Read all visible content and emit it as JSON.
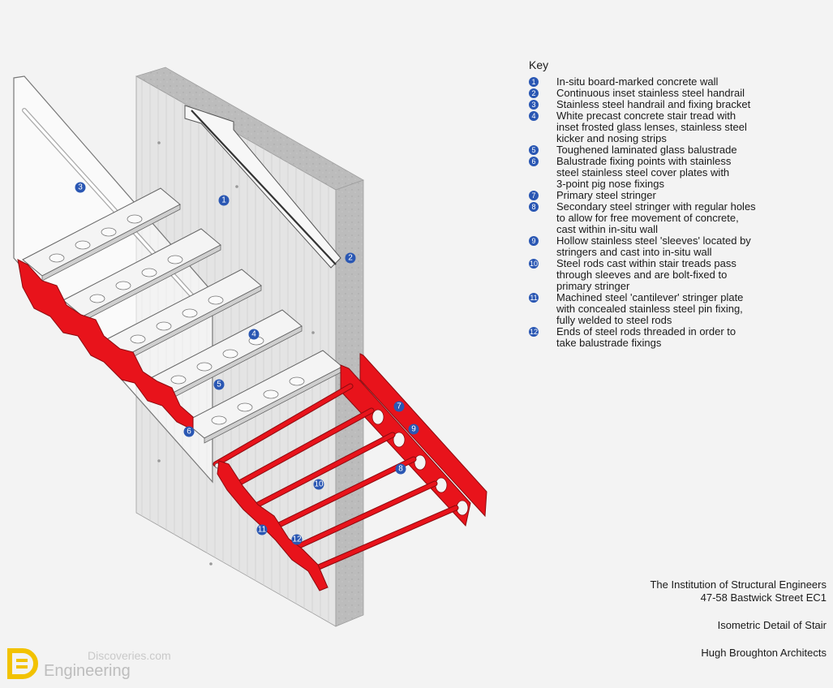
{
  "key": {
    "title": "Key",
    "items": [
      {
        "num": "1",
        "text": "In-situ board-marked concrete wall"
      },
      {
        "num": "2",
        "text": "Continuous inset stainless steel handrail"
      },
      {
        "num": "3",
        "text": "Stainless steel handrail and fixing bracket"
      },
      {
        "num": "4",
        "text": "White precast concrete stair tread with\ninset frosted glass lenses, stainless steel\nkicker and nosing strips"
      },
      {
        "num": "5",
        "text": "Toughened laminated glass balustrade"
      },
      {
        "num": "6",
        "text": "Balustrade fixing points with stainless\nsteel stainless steel cover plates with\n3-point pig nose fixings"
      },
      {
        "num": "7",
        "text": "Primary steel stringer"
      },
      {
        "num": "8",
        "text": "Secondary steel stringer with regular holes\nto allow for free movement of concrete,\ncast within in-situ wall"
      },
      {
        "num": "9",
        "text": "Hollow stainless steel 'sleeves' located by\nstringers and cast into in-situ wall"
      },
      {
        "num": "10",
        "text": "Steel rods cast within stair treads pass\nthrough  sleeves and are bolt-fixed to\nprimary stringer"
      },
      {
        "num": "11",
        "text": "Machined steel 'cantilever' stringer plate\nwith concealed stainless steel pin fixing,\nfully welded to steel rods"
      },
      {
        "num": "12",
        "text": "Ends of steel rods threaded in order to\ntake balustrade fixings"
      }
    ]
  },
  "callouts": [
    "1",
    "2",
    "3",
    "4",
    "5",
    "6",
    "7",
    "8",
    "9",
    "10",
    "11",
    "12"
  ],
  "credits": {
    "institution": "The Institution of Structural Engineers",
    "address": "47-58 Bastwick Street EC1",
    "drawing_title": "Isometric Detail of Stair",
    "architect": "Hugh Broughton Architects"
  },
  "logo": {
    "top": "Discoveries.com",
    "bottom": "Engineering"
  },
  "colors": {
    "steel_red": "#e8131b",
    "callout_blue": "#2a57b3",
    "wall_face": "#e2e2e2",
    "wall_edge": "#b9b9b9",
    "tread": "#f2f2f2"
  }
}
